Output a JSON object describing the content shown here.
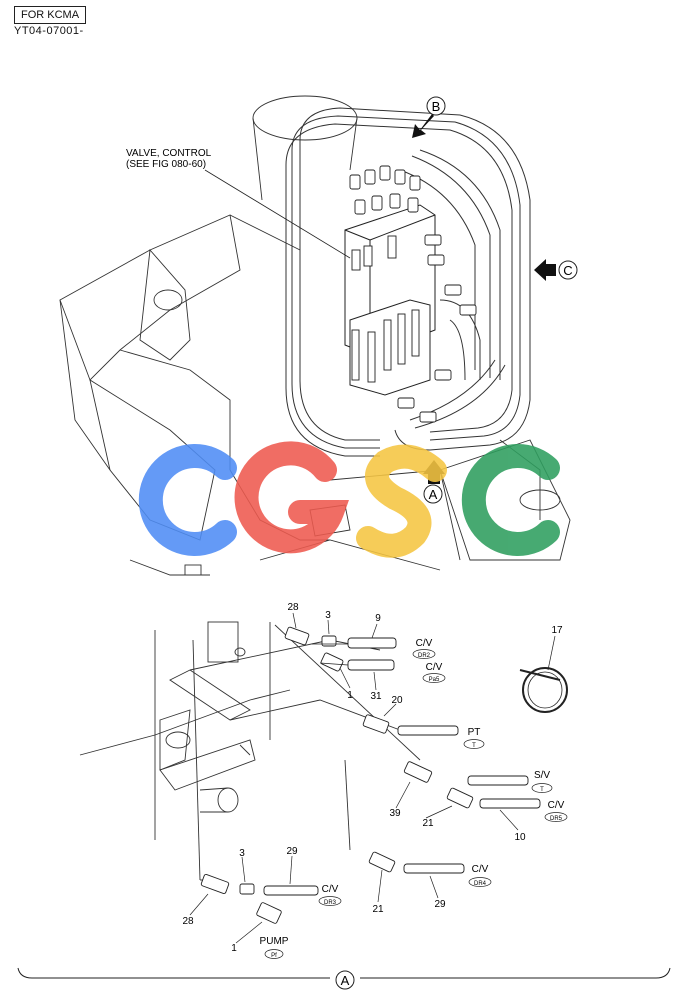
{
  "header": {
    "applicability": "FOR KCMA",
    "code": "YT04-07001-"
  },
  "watermark": {
    "letters": [
      "C",
      "G",
      "S",
      "C"
    ],
    "colors": [
      "#4f8df5",
      "#ee5a4f",
      "#f5c542",
      "#2e9e5e"
    ]
  },
  "top_view": {
    "callout_valve": [
      "VALVE, CONTROL",
      "(SEE FIG 080-60)"
    ],
    "markers": {
      "b": "B",
      "c": "C",
      "a": "A"
    }
  },
  "detail_view": {
    "title": "A",
    "items": {
      "n28a": "28",
      "n3a": "3",
      "n9": "9",
      "n1a": "1",
      "n31": "31",
      "n20": "20",
      "n17": "17",
      "n39": "39",
      "n21a": "21",
      "n10": "10",
      "n21b": "21",
      "n29a": "29",
      "n3b": "3",
      "n29b": "29",
      "n28b": "28",
      "n1b": "1"
    },
    "ports": {
      "cv_dr2": {
        "label": "C/V",
        "tag": "DR2"
      },
      "cv_pa5": {
        "label": "C/V",
        "tag": "Pa5"
      },
      "pt_t": {
        "label": "PT",
        "tag": "T"
      },
      "sv_t": {
        "label": "S/V",
        "tag": "T"
      },
      "cv_dr5": {
        "label": "C/V",
        "tag": "DR5"
      },
      "cv_dr4": {
        "label": "C/V",
        "tag": "DR4"
      },
      "cv_dr3": {
        "label": "C/V",
        "tag": "DR3"
      },
      "pump_pf": {
        "label": "PUMP",
        "tag": "Pf"
      }
    }
  }
}
